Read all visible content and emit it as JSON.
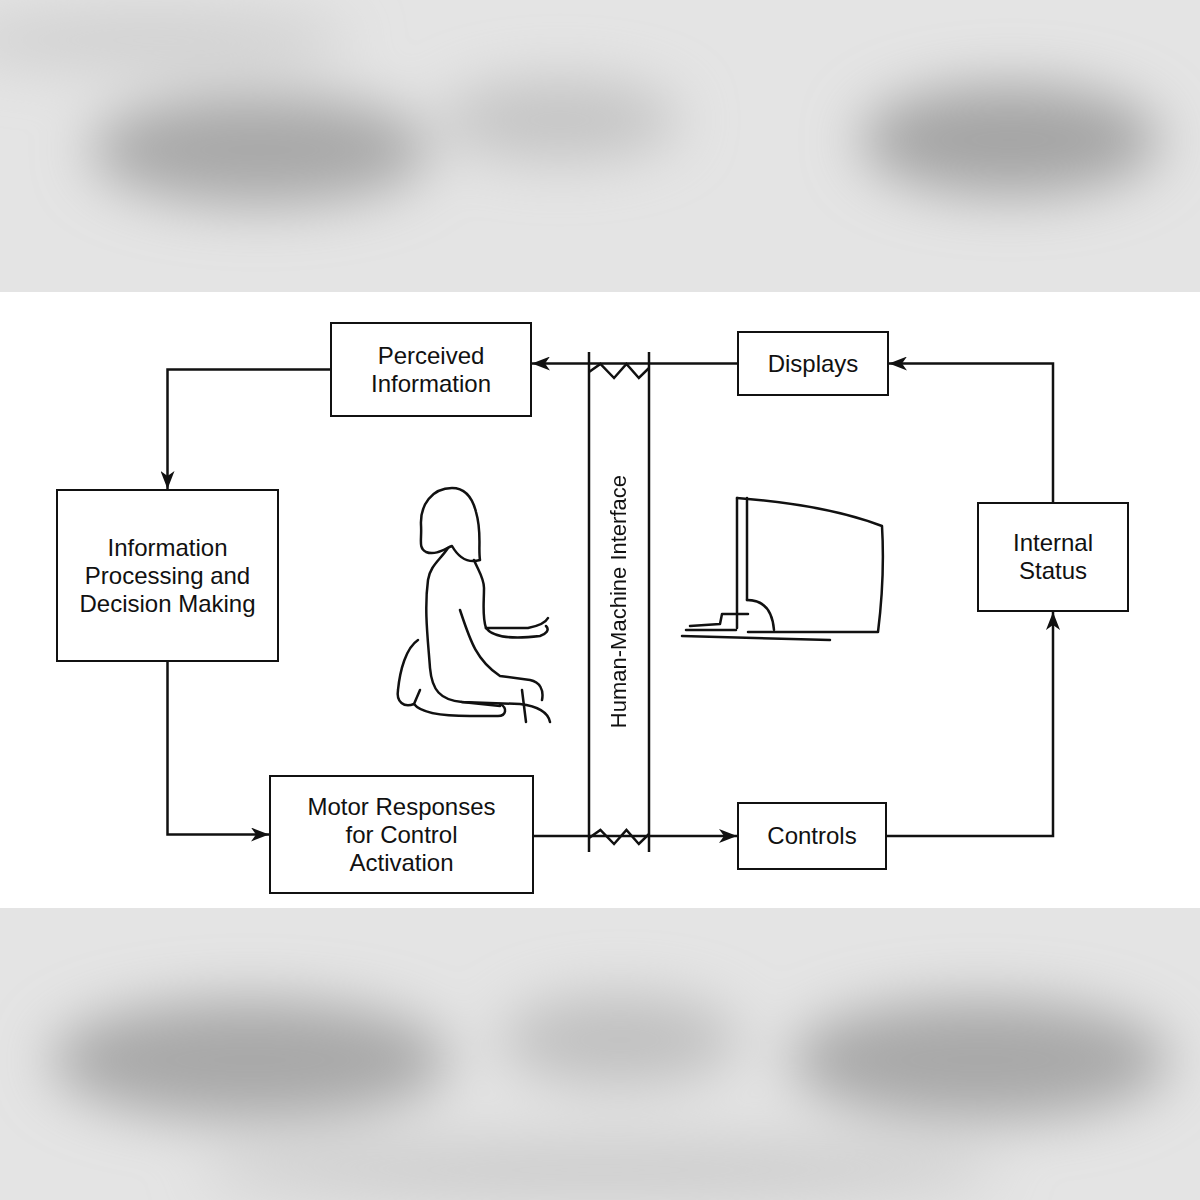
{
  "diagram": {
    "nodes": [
      {
        "text": [
          "Perceived Information"
        ]
      },
      {
        "text": [
          "Human-Machine Interface"
        ]
      },
      {
        "text": [
          "Displays"
        ]
      },
      {
        "text": [
          "Information Processing and Decision Making"
        ]
      },
      {
        "text": [
          "Internal Status"
        ]
      },
      {
        "text": [
          "Motor Responses for Control Activation"
        ]
      },
      {
        "text": [
          "Controls"
        ]
      }
    ],
    "edges": [
      {
        "from": 2,
        "to": 0,
        "arrow": "to"
      },
      {
        "from": 0,
        "to": 3,
        "arrow": "to"
      },
      {
        "from": 3,
        "to": 5,
        "arrow": "to"
      },
      {
        "from": 5,
        "to": 6,
        "arrow": "to"
      },
      {
        "from": 6,
        "to": 4,
        "arrow": "to"
      },
      {
        "from": 4,
        "to": 2,
        "arrow": "to"
      }
    ]
  }
}
